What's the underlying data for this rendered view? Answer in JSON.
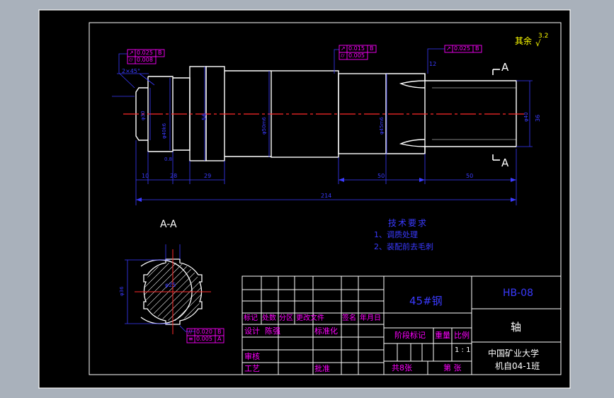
{
  "drawing": {
    "surface_color": "#000000",
    "outline_color": "#ffffff",
    "dimension_color": "#3a3aff",
    "centerline_color": "#ff2a2a",
    "annotation_color": "#ff00ff",
    "highlight_color": "#ffff00",
    "app_background": "#a9b1bb"
  },
  "roughness": {
    "label": "其余",
    "value": "3.2"
  },
  "section_marks": {
    "top": "A",
    "bottom": "A"
  },
  "section_view": {
    "title": "A-A",
    "dia_label": "φ36",
    "center_label": "φ25",
    "tol1_sym": "//",
    "tol1_val": "0.020",
    "tol1_ref": "B",
    "tol2_sym": "≡",
    "tol2_val": "0.005",
    "tol2_ref": "A"
  },
  "tolerance_frames": [
    {
      "sym": "↗",
      "val": "0.025",
      "ref": "B"
    },
    {
      "sym": "⌭",
      "val": "0.008",
      "ref": ""
    },
    {
      "sym": "↗",
      "val": "0.015",
      "ref": "B"
    },
    {
      "sym": "⌭",
      "val": "0.005",
      "ref": ""
    },
    {
      "sym": "↗",
      "val": "0.025",
      "ref": "B"
    }
  ],
  "dimensions": {
    "chamfer": "2×45°",
    "d_end": "φ30",
    "d_left": "φ40k6",
    "d_collar": "56",
    "d_mid": "φ50m6",
    "d_bearing": "φ45m6",
    "d_right": "φ40",
    "d_tip": "36",
    "len1": "10",
    "len2": "28",
    "len3": "29",
    "len4": "50",
    "len5": "50",
    "total": "214",
    "angle": "12",
    "groove": "0.8"
  },
  "tech_requirements": {
    "title": "技术要求",
    "items": [
      "1、调质处理",
      "2、装配前去毛刺"
    ]
  },
  "title_block": {
    "material": "45#钢",
    "drawing_no": "HB-08",
    "part_name": "轴",
    "school": "中国矿业大学",
    "class_name": "机自04-1班",
    "revision_header": [
      "标记",
      "处数",
      "分区",
      "更改文件",
      "签名",
      "年月日"
    ],
    "design_label": "设计",
    "designer": "陈强",
    "standard_label": "标准化",
    "review_label": "审核",
    "process_label": "工艺",
    "approve_label": "批准",
    "stage_label": "阶段标记",
    "weight_label": "重量",
    "scale_label": "比例",
    "scale_value": "1 : 1",
    "sheets_total": "共8张",
    "sheet_no": "第 张"
  }
}
